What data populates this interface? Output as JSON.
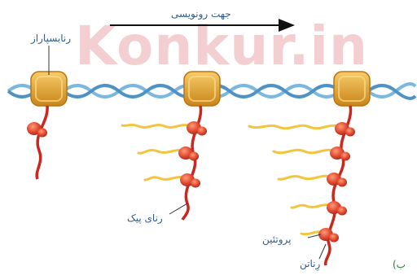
{
  "watermark": "Konkur.in",
  "arrow_label": "جهت رونویسی",
  "labels": {
    "rna_polymerase": "رنابسپاراز",
    "mrna": "رنای پیک",
    "protein": "پروتئین",
    "ribosome": "رِناتن",
    "panel": "ب)"
  },
  "colors": {
    "dna": "#7bb8e0",
    "polymerase": "#e8a63a",
    "mrna": "#c8281e",
    "ribosome": "#e0482e",
    "protein": "#f2c53d",
    "label_text": "#2f5d8a"
  }
}
